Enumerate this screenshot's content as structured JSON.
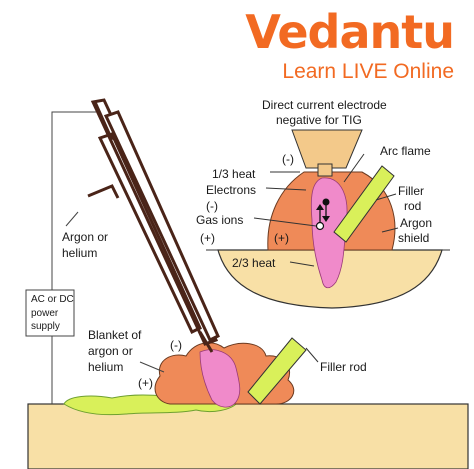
{
  "brand": {
    "name": "Vedantu",
    "tagline": "Learn LIVE Online"
  },
  "colors": {
    "brand": "#f26a22",
    "flame": "#f08aca",
    "arc_orange": "#ef8a58",
    "filler": "#d9f05a",
    "filler_stroke": "#6ea030",
    "base_metal": "#f8e0a6",
    "torch": "#4a2418"
  },
  "labels": {
    "dc_title_1": "Direct current electrode",
    "dc_title_2": "negative for TIG",
    "arc_flame": "Arc flame",
    "heat_third": "1/3 heat",
    "electrons": "Electrons",
    "gas_ions": "Gas ions",
    "filler_rod_1": "Filler",
    "filler_rod_2": "rod",
    "argon_shield_1": "Argon",
    "argon_shield_2": "shield",
    "heat_two_thirds": "2/3 heat",
    "neg_top": "(-)",
    "neg_left": "(-)",
    "pos_left": "(+)",
    "pos_inner": "(+)",
    "argon_helium_1": "Argon or",
    "argon_helium_2": "helium",
    "power_supply_1": "AC or DC",
    "power_supply_2": "power",
    "power_supply_3": "supply",
    "blanket_1": "Blanket of",
    "blanket_2": "argon or",
    "blanket_3": "helium",
    "torch_neg": "(-)",
    "torch_pos": "(+)",
    "filler_rod_main": "Filler rod"
  },
  "icons": {
    "electron_dot": "filled-circle",
    "gas_ion": "hollow-circle",
    "arrow_up": "arrow-up",
    "arrow_down": "arrow-down"
  }
}
